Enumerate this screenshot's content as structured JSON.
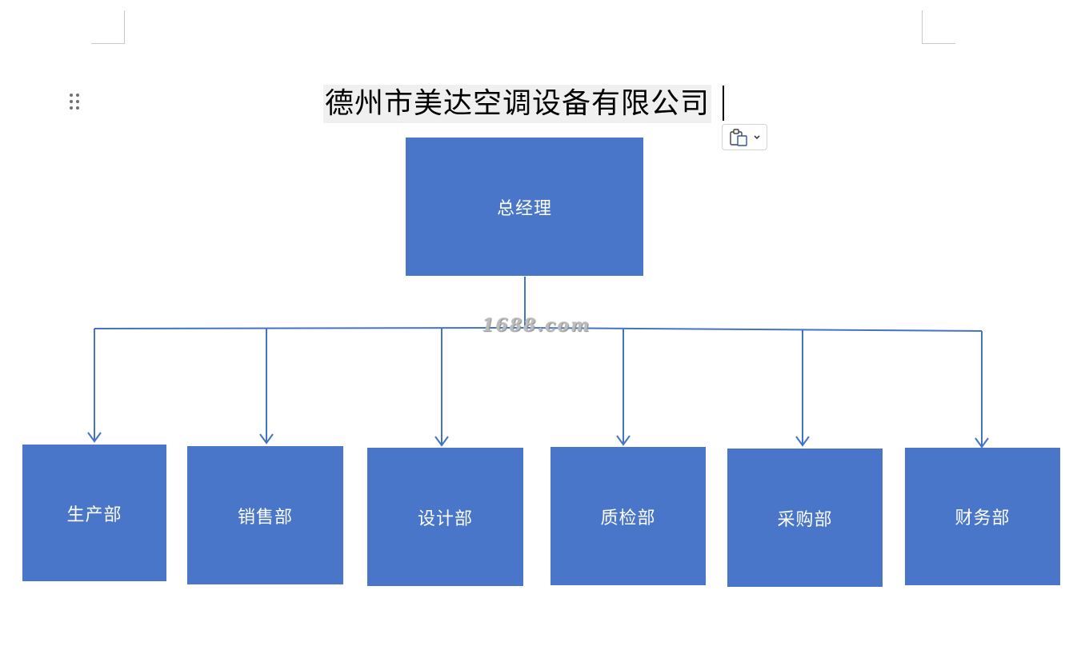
{
  "document": {
    "title": "德州市美达空调设备有限公司"
  },
  "org_chart": {
    "root": "总经理",
    "departments": [
      "生产部",
      "销售部",
      "设计部",
      "质检部",
      "采购部",
      "财务部"
    ]
  },
  "watermark": "1688.com",
  "colors": {
    "box_fill": "#4a76c9",
    "connector": "#4472c4",
    "box_text": "#ffffff"
  },
  "icons": {
    "paste_options": "clipboard-icon",
    "drag_handle": "drag-handle-icon"
  }
}
